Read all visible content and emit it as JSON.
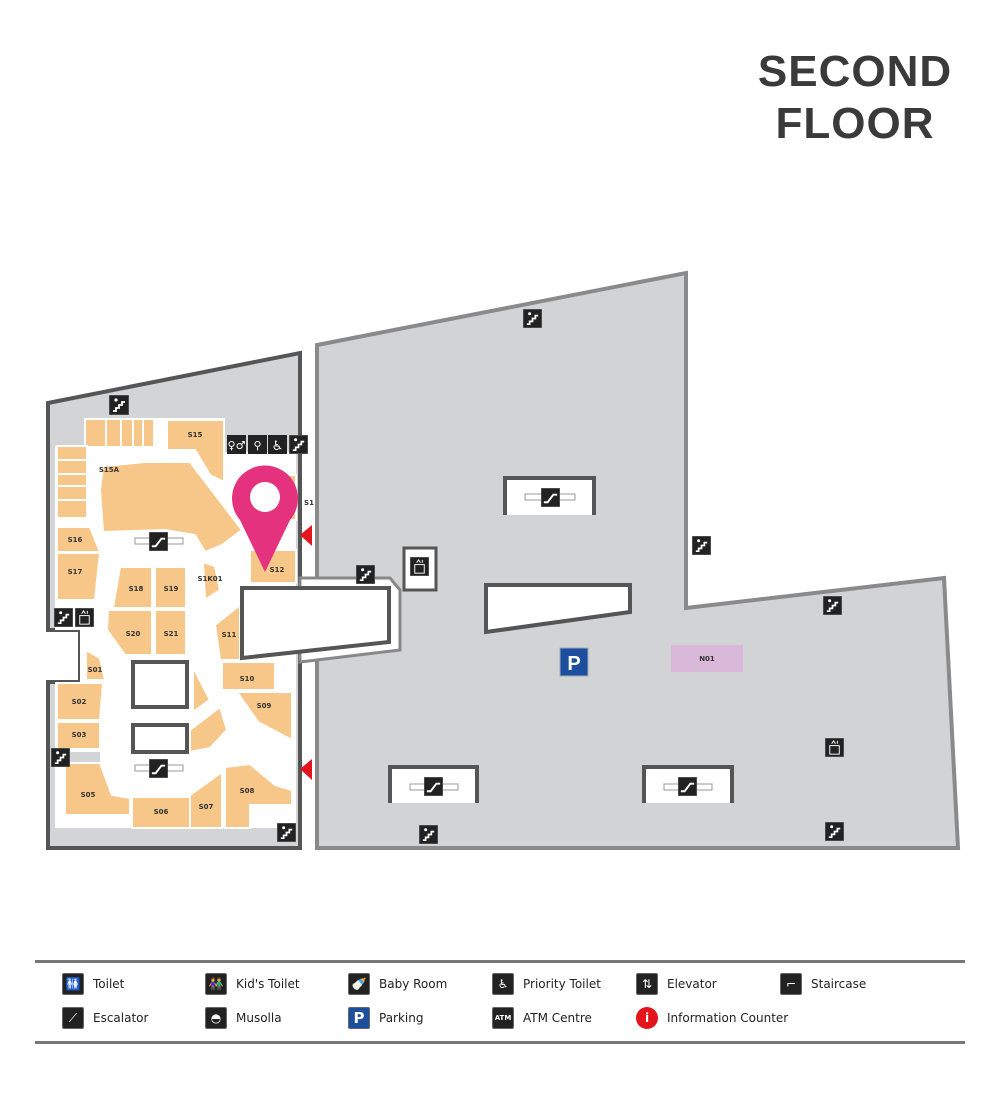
{
  "title": {
    "line1": "SECOND",
    "line2": "FLOOR"
  },
  "colors": {
    "shop": "#f7c78a",
    "building": "#d2d3d5",
    "parking": "#1d4f9c",
    "kiosk": "#d9b8d9",
    "pin": "#e4327f",
    "entrance_arrow": "#e3141b"
  },
  "shops": {
    "s15": "S15",
    "s15a": "S15A",
    "s1": "S1",
    "s12": "S12",
    "s16": "S16",
    "s17": "S17",
    "s18": "S18",
    "s19": "S19",
    "s20": "S20",
    "s21": "S21",
    "s1k01": "S1K01",
    "s11": "S11",
    "s10": "S10",
    "s09": "S09",
    "s01": "S01",
    "s02": "S02",
    "s03": "S03",
    "s05": "S05",
    "s06": "S06",
    "s07": "S07",
    "s08": "S08",
    "n01": "N01"
  },
  "legend": [
    {
      "icon": "toilet-icon",
      "glyph": "🚻",
      "label": "Toilet"
    },
    {
      "icon": "kids-toilet-icon",
      "glyph": "👫",
      "label": "Kid's Toilet"
    },
    {
      "icon": "baby-room-icon",
      "glyph": "🍼",
      "label": "Baby Room"
    },
    {
      "icon": "priority-toilet-icon",
      "glyph": "♿",
      "label": "Priority Toilet"
    },
    {
      "icon": "elevator-icon",
      "glyph": "⇅",
      "label": "Elevator"
    },
    {
      "icon": "staircase-icon",
      "glyph": "⌐",
      "label": "Staircase"
    },
    {
      "icon": "escalator-icon",
      "glyph": "⟋",
      "label": "Escalator"
    },
    {
      "icon": "musolla-icon",
      "glyph": "◓",
      "label": "Musolla"
    },
    {
      "icon": "parking-icon",
      "glyph": "P",
      "label": "Parking"
    },
    {
      "icon": "atm-icon",
      "glyph": "ATM",
      "label": "ATM Centre"
    },
    {
      "icon": "information-icon",
      "glyph": "i",
      "label": "Information Counter"
    }
  ]
}
